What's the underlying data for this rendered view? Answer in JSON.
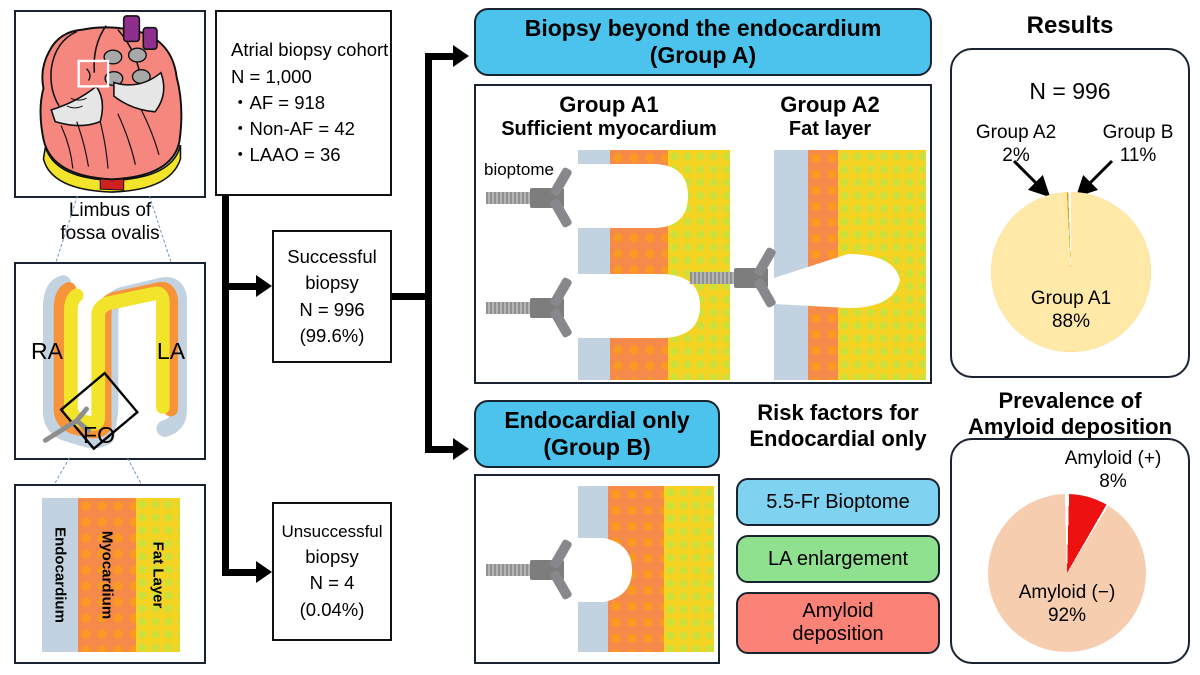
{
  "anatomy": {
    "heart_panel_name": "heart cross-section illustration",
    "caption_line1": "Limbus of",
    "caption_line2": "fossa ovalis",
    "septum_labels": {
      "ra": "RA",
      "la": "LA",
      "fo": "FO"
    },
    "layers": {
      "endocardium": "Endocardium",
      "myocardium": "Myocardium",
      "fat": "Fat Layer"
    },
    "colors": {
      "endocardium": "#c3d2e0",
      "myocardium": "#f58a4b",
      "fat": "#f5d322",
      "heart_muscle": "#f5877f",
      "epicardial_fat": "#f2e42a",
      "vessel": "#8e2f8e"
    }
  },
  "flow": {
    "cohort": {
      "title": "Atrial biopsy cohort",
      "n": "N = 1,000",
      "items": [
        "・AF = 918",
        "・Non-AF = 42",
        "・LAAO = 36"
      ]
    },
    "successful": {
      "line1": "Successful",
      "line2": "biopsy",
      "line3": "N = 996",
      "line4": "(99.6%)"
    },
    "unsuccessful": {
      "line1": "Unsuccessful",
      "line2": "biopsy",
      "line3": "N = 4",
      "line4": "(0.04%)"
    }
  },
  "group_a": {
    "banner_line1": "Biopsy beyond the endocardium",
    "banner_line2": "(Group A)",
    "a1_title": "Group A1",
    "a1_subtitle": "Sufficient myocardium",
    "a2_title": "Group A2",
    "a2_subtitle": "Fat layer",
    "bioptome_label": "bioptome"
  },
  "group_b": {
    "banner_line1": "Endocardial only",
    "banner_line2": "(Group B)"
  },
  "risk_factors": {
    "title_line1": "Risk factors for",
    "title_line2": "Endocardial only",
    "items": [
      {
        "label": "5.5-Fr Bioptome",
        "color": "#7fd3f0"
      },
      {
        "label": "LA enlargement",
        "color": "#8fe08f"
      },
      {
        "label": "Amyloid deposition",
        "color": "#fa8277"
      }
    ]
  },
  "results": {
    "title": "Results",
    "n_label": "N = 996",
    "callouts": [
      {
        "name": "Group A2",
        "value": "2%"
      },
      {
        "name": "Group B",
        "value": "11%"
      }
    ],
    "inner_label_name": "Group A1",
    "inner_label_value": "88%"
  },
  "amyloid": {
    "title_line1": "Prevalence of",
    "title_line2": "Amyloid deposition",
    "positive_name": "Amyloid (+)",
    "positive_value": "8%",
    "negative_name": "Amyloid (−)",
    "negative_value": "92%"
  },
  "chart_data": [
    {
      "type": "pie",
      "title": "Results",
      "subtitle": "N = 996",
      "categories": [
        "Group A1",
        "Group A2",
        "Group B"
      ],
      "values": [
        88,
        2,
        11
      ],
      "unit": "%",
      "colors": [
        "#f79400",
        "#ffe9a8",
        "#ccd4e3"
      ],
      "legend": "labels on slices and leader-line callouts",
      "total_n": 996
    },
    {
      "type": "pie",
      "title": "Prevalence of Amyloid deposition",
      "categories": [
        "Amyloid (−)",
        "Amyloid (+)"
      ],
      "values": [
        92,
        8
      ],
      "unit": "%",
      "colors": [
        "#f7cdb0",
        "#ee1111"
      ],
      "legend": "labels inside and above slices"
    }
  ]
}
